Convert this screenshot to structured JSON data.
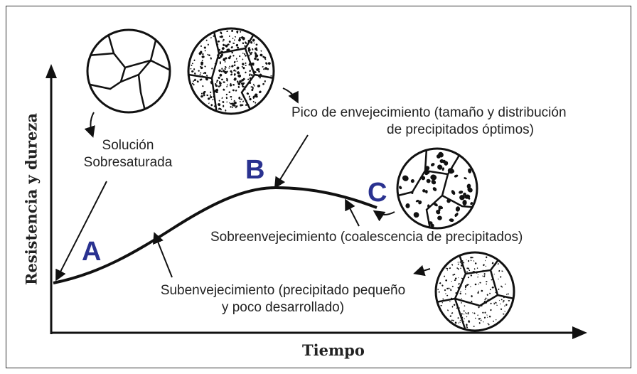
{
  "axes": {
    "y_label": "Resistencia y dureza",
    "x_label": "Tiempo"
  },
  "points": {
    "a": "A",
    "b": "B",
    "c": "C"
  },
  "labels": {
    "solucion_1": "Solución",
    "solucion_2": "Sobresaturada",
    "pico_1": "Pico de envejecimiento (tamaño y distribución",
    "pico_2": "de precipitados óptimos)",
    "sobre": "Sobreenvejecimiento (coalescencia de precipitados)",
    "sub_1": "Subenvejecimiento (precipitado pequeño",
    "sub_2": "y poco desarrollado)"
  }
}
